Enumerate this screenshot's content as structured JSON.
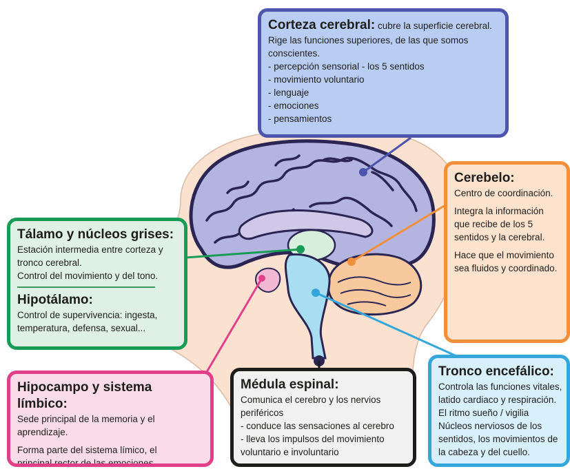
{
  "colors": {
    "corteza": "#4c54ad",
    "cerebelo": "#f18f3b",
    "talamo": "#199b58",
    "hipocampo": "#e23f8b",
    "medula": "#1d1d1b",
    "tronco": "#34a6d9",
    "skin": "#fbe1cf",
    "brain": "#b3b4e0"
  },
  "boxes": {
    "corteza": {
      "title": "Corteza cerebral:",
      "subtitle": "cubre la superficie cerebral.",
      "lines": [
        "Rige las funciones superiores, de las que somos",
        "conscientes.",
        "- percepción sensorial - los 5 sentidos",
        "- movimiento voluntario",
        "- lenguaje",
        "- emociones",
        "- pensamientos"
      ]
    },
    "cerebelo": {
      "title": "Cerebelo:",
      "lines": [
        "Centro de coordinación.",
        "",
        "Integra la información",
        "que recibe de los 5",
        "sentidos y la cerebral.",
        "",
        "Hace que el movimiento",
        "sea fluidos y coordinado."
      ]
    },
    "talamo": {
      "title": "Tálamo y núcleos grises:",
      "lines": [
        "Estación intermedia entre corteza y",
        "tronco cerebral.",
        "Control del movimiento y del tono."
      ],
      "title2": "Hipotálamo:",
      "lines2": [
        "Control de supervivencia: ingesta,",
        "temperatura, defensa, sexual..."
      ]
    },
    "hipocampo": {
      "title": "Hipocampo y sistema límbico:",
      "lines": [
        "Sede principal de la memoria y el",
        "aprendizaje.",
        "",
        "Forma parte del sistema límico, el",
        "principal rector de las emociones"
      ]
    },
    "medula": {
      "title": "Médula espinal:",
      "lines": [
        "Comunica el cerebro y los nervios",
        "periféricos",
        "- conduce las sensaciones al cerebro",
        "- lleva los impulsos del movimiento",
        "voluntario e involuntario"
      ]
    },
    "tronco": {
      "title": "Tronco encefálico:",
      "lines": [
        "Controla las funciones vitales,",
        "latido cardiaco y respiración.",
        "El ritmo sueño / vigilia",
        "Núcleos nerviosos de los",
        "sentidos, los movimientos de",
        "la cabeza y del cuello."
      ]
    }
  }
}
